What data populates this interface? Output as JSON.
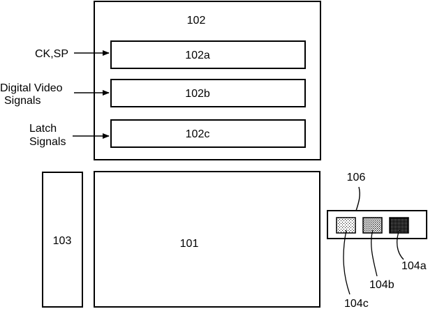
{
  "blocks": {
    "driver": "102",
    "sub_a": "102a",
    "sub_b": "102b",
    "sub_c": "102c",
    "side": "103",
    "main": "101",
    "group": "106"
  },
  "inputs": {
    "ck_sp": "CK,SP",
    "digital_video_line1": "Digital Video",
    "digital_video_line2": "Signals",
    "latch_line1": "Latch",
    "latch_line2": "Signals"
  },
  "swatches": {
    "a": "104a",
    "b": "104b",
    "c": "104c"
  }
}
